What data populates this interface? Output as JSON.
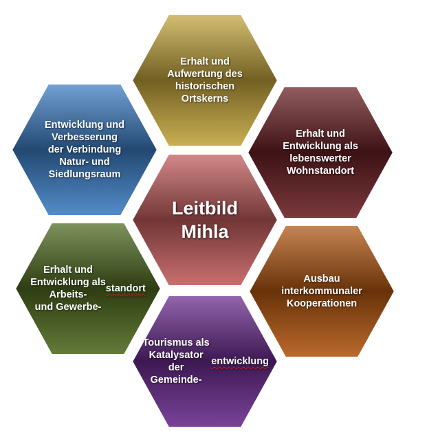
{
  "diagram": {
    "center": {
      "text": "Leitbild\nMihla",
      "color": "#c45d5d"
    },
    "cells": [
      {
        "id": "top",
        "text": "Erhalt und\nAufwertung des\nhistorischen\nOrtskerns",
        "color": "#c4a63c"
      },
      {
        "id": "upper-left",
        "text": "Entwicklung und\nVerbesserung\nder Verbindung\nNatur- und\nSiedlungsraum",
        "color": "#3d7ec4"
      },
      {
        "id": "upper-right",
        "text": "Erhalt und\nEntwicklung als\nlebenswerter\nWohnstandort",
        "color": "#6a1f24"
      },
      {
        "id": "lower-left",
        "text": "Erhalt und\nEntwicklung als\nArbeits-\nund Gewerbe-\nstandort",
        "color": "#4f6a1f"
      },
      {
        "id": "lower-right",
        "text": "Ausbau\ninterkommunaler\nKooperationen",
        "color": "#b35710"
      },
      {
        "id": "bottom",
        "text": "Tourismus als\nKatalysator der\nGemeinde-\nentwicklung",
        "color": "#6a2a8e"
      }
    ]
  }
}
